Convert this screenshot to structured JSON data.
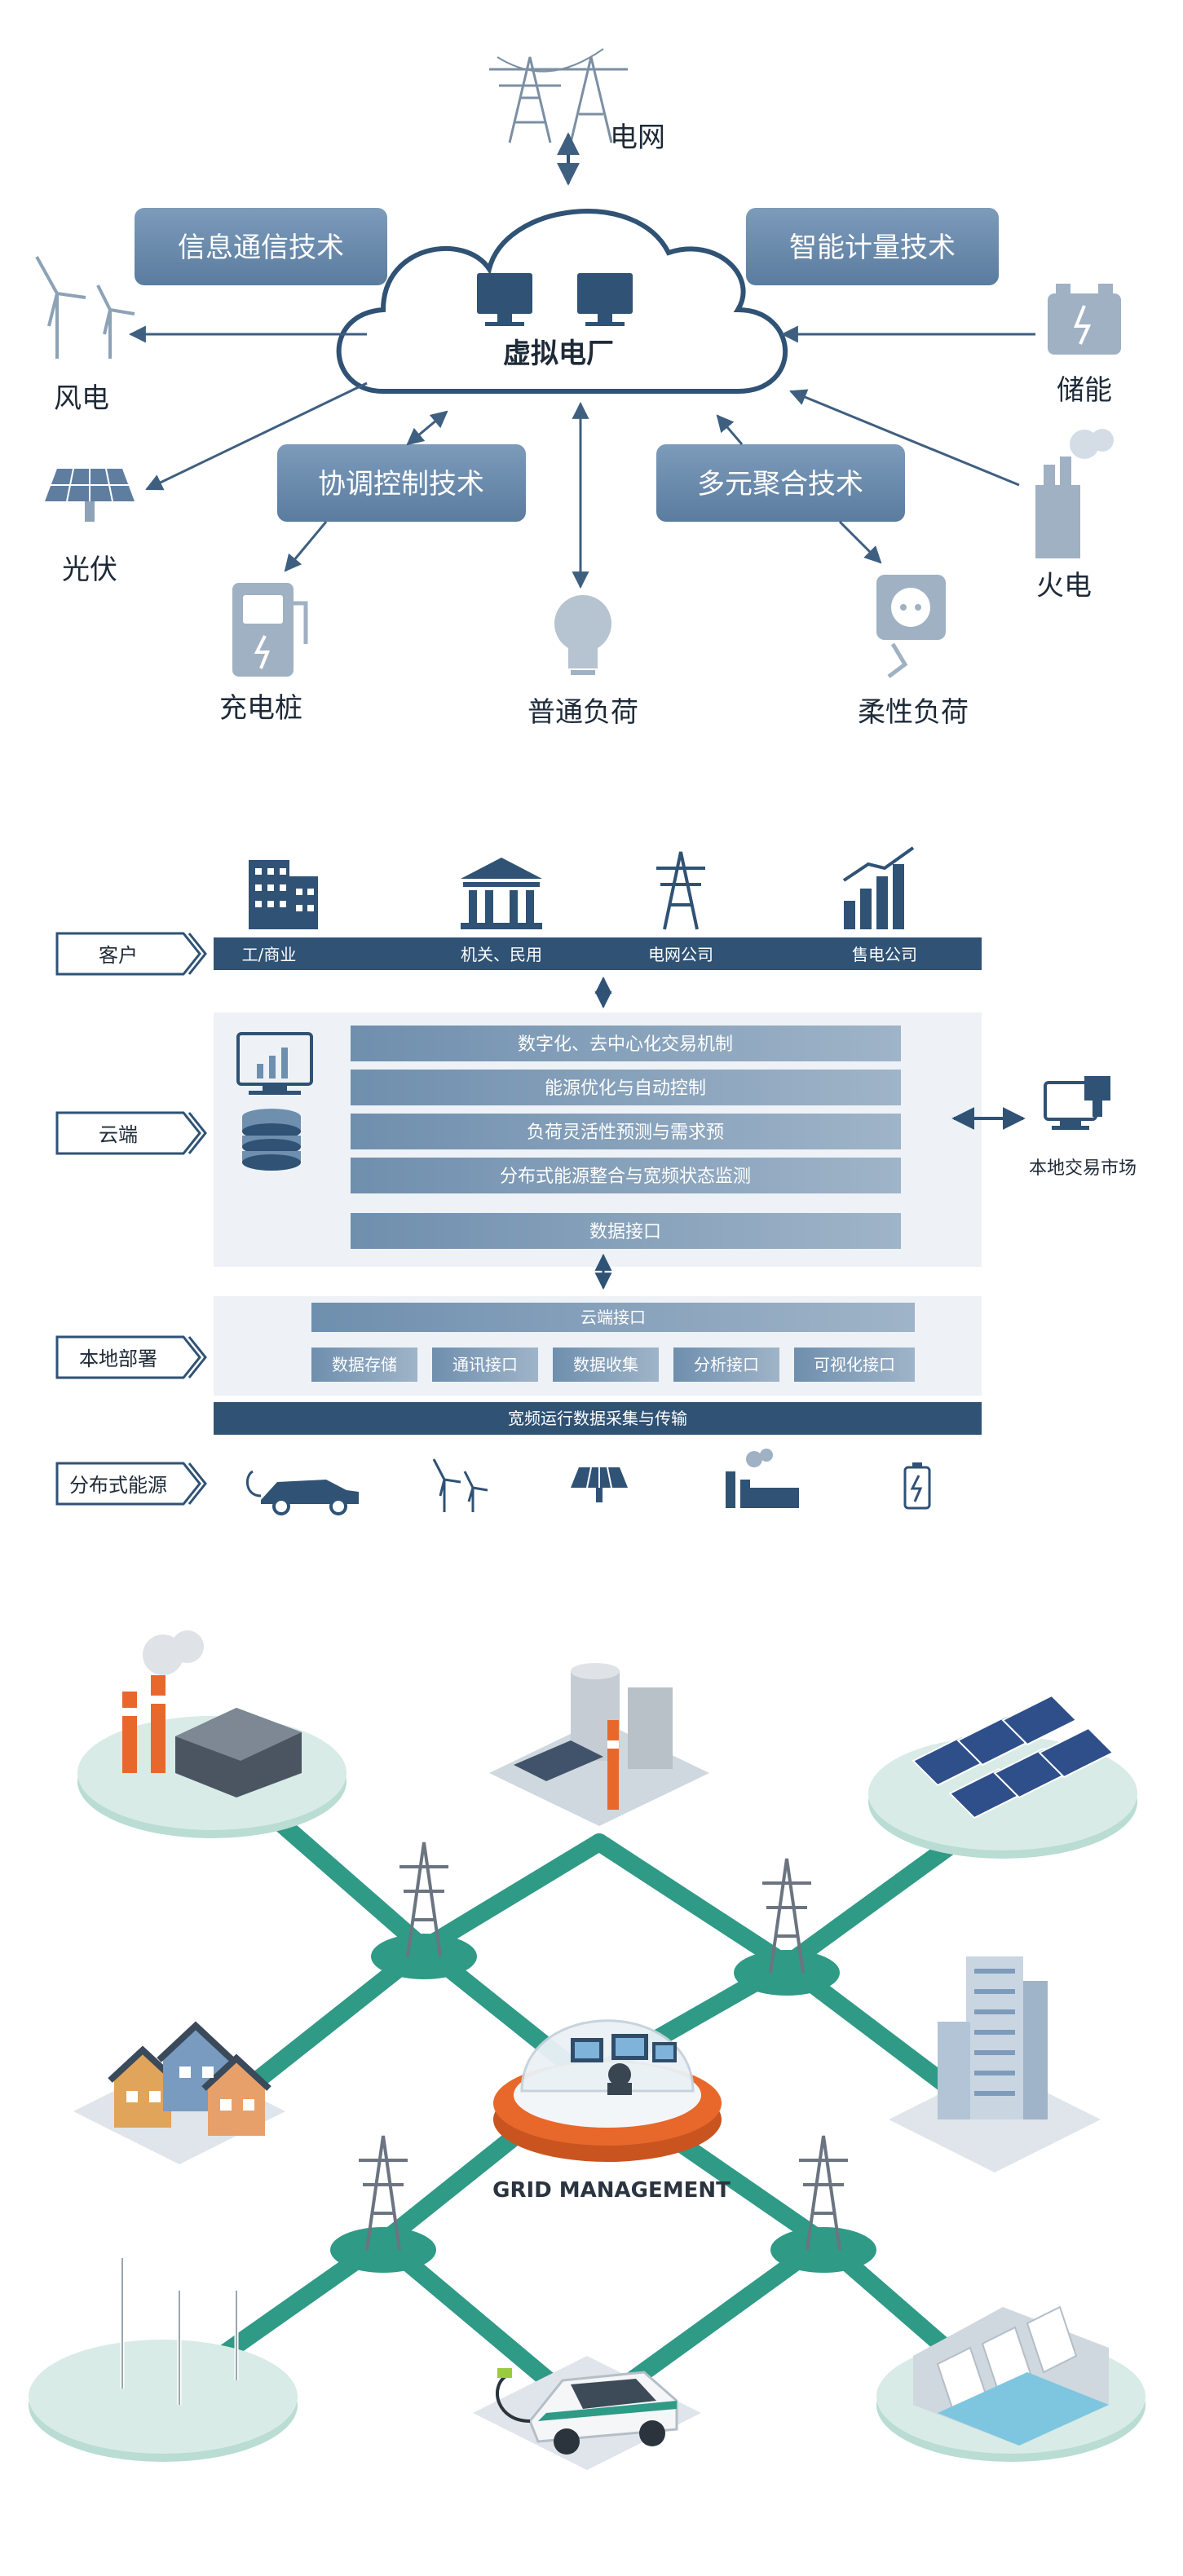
{
  "vpp": {
    "center_label": "虚拟电厂",
    "grid_label": "电网",
    "tech_boxes": {
      "ict": "信息通信技术",
      "metering": "智能计量技术",
      "coordination": "协调控制技术",
      "aggregation": "多元聚合技术"
    },
    "nodes": {
      "wind": "风电",
      "solar": "光伏",
      "charger": "充电桩",
      "general_load": "普通负荷",
      "flexible_load": "柔性负荷",
      "thermal": "火电",
      "storage": "储能"
    }
  },
  "architecture": {
    "row_labels": {
      "customer": "客户",
      "cloud": "云端",
      "local": "本地部署",
      "distributed": "分布式能源"
    },
    "customers": [
      "工/商业",
      "机关、民用",
      "电网公司",
      "售电公司"
    ],
    "cloud_bars": [
      "数字化、去中心化交易机制",
      "能源优化与自动控制",
      "负荷灵活性预测与需求预",
      "分布式能源整合与宽频状态监测"
    ],
    "cloud_data_interface": "数据接口",
    "market_label": "本地交易市场",
    "local_cloud_interface": "云端接口",
    "local_modules": [
      "数据存储",
      "通讯接口",
      "数据收集",
      "分析接口",
      "可视化接口"
    ],
    "transmission_bar": "宽频运行数据采集与传输"
  },
  "grid": {
    "hub_label": "GRID MANAGEMENT"
  },
  "colors": {
    "navy": "#2f5275",
    "steel": "#6e8fae",
    "panel": "#eef2f6",
    "teal": "#2f9a86",
    "teal_light": "#b9dcd3",
    "orange": "#e8682c"
  }
}
